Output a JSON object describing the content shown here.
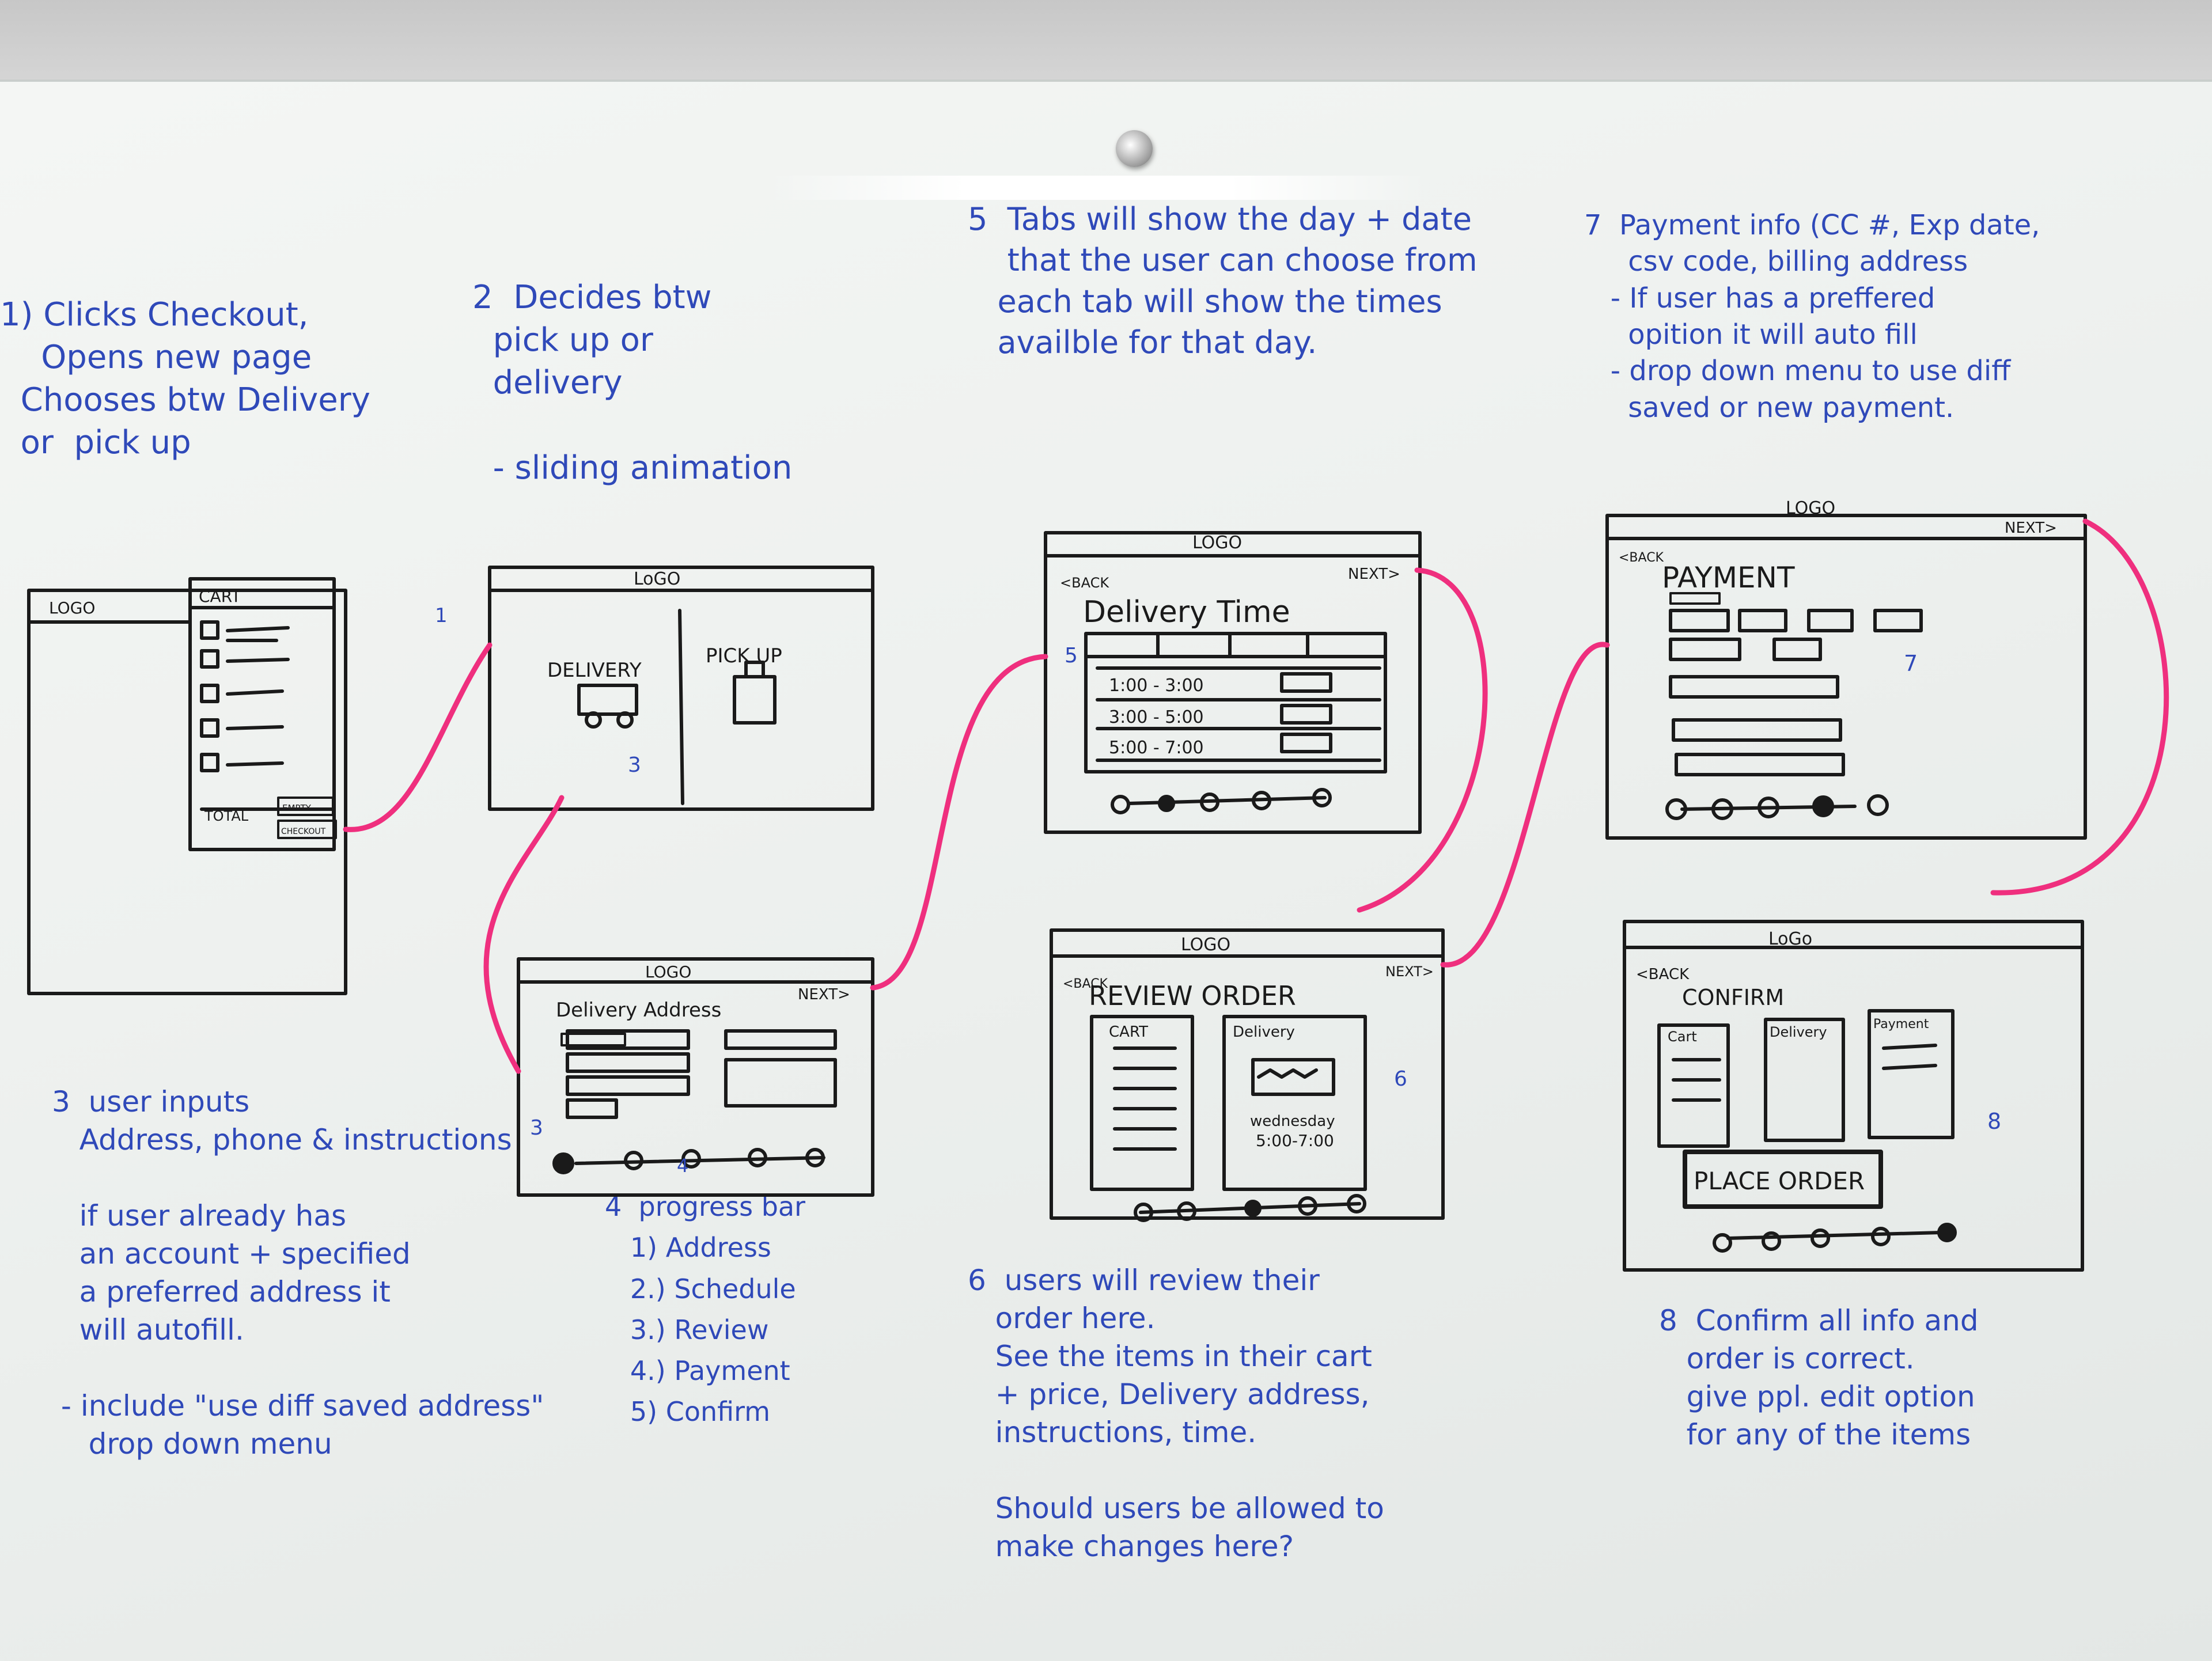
{
  "notes": {
    "n1": "1) Clicks Checkout,\n    Opens new page\n  Chooses btw Delivery\n  or  pick up",
    "n2": "2  Decides btw\n  pick up or\n  delivery\n\n  - sliding animation",
    "n3": "3  user inputs\n   Address, phone & instructions\n\n   if user already has\n   an account + specified\n   a preferred address it\n   will autofill.\n\n - include \"use diff saved address\"\n    drop down menu",
    "n4": "4  progress bar\n   1) Address\n   2.) Schedule\n   3.) Review\n   4.) Payment\n   5) Confirm",
    "n5": "5  Tabs will show the day + date\n    that the user can choose from\n   each tab will show the times\n   availble for that day.",
    "n6": "6  users will review their\n   order here.\n   See the items in their cart\n   + price, Delivery address,\n   instructions, time.\n\n   Should users be allowed to\n   make changes here?",
    "n7": "7  Payment info (CC #, Exp date,\n     csv code, billing address\n   - If user has a preffered\n     opition it will auto fill\n   - drop down menu to use diff\n     saved or new payment.",
    "n8": "8  Confirm all info and\n   order is correct.\n   give ppl. edit option\n   for any of the items"
  },
  "wireframes": {
    "cart": {
      "logo": "LOGO",
      "cart": "CART",
      "total": "TOTAL",
      "empty": "EMPTY",
      "checkout": "CHECKOUT"
    },
    "choice": {
      "logo": "LoGO",
      "delivery": "DELIVERY",
      "pickup": "PICK UP",
      "badge": "3"
    },
    "address": {
      "logo": "LOGO",
      "title": "Delivery Address",
      "next": "NEXT>",
      "badge": "3",
      "badge2": "4"
    },
    "time": {
      "logo": "LOGO",
      "back": "<BACK",
      "next": "NEXT>",
      "title": "Delivery Time",
      "badge": "5",
      "slots": [
        "1:00 - 3:00",
        "3:00 - 5:00",
        "5:00 - 7:00"
      ]
    },
    "review": {
      "logo": "LOGO",
      "back": "<BACK",
      "next": "NEXT>",
      "title": "REVIEW ORDER",
      "col_cart": "CART",
      "col_delivery": "Delivery",
      "day": "wednesday",
      "time": "5:00-7:00",
      "badge": "6"
    },
    "payment": {
      "logo": "LOGO",
      "back": "<BACK",
      "next": "NEXT>",
      "title": "PAYMENT",
      "badge": "7"
    },
    "confirm": {
      "logo": "LoGo",
      "back": "<BACK",
      "title": "CONFIRM",
      "col_cart": "Cart",
      "col_delivery": "Delivery",
      "col_payment": "Payment",
      "button": "PLACE ORDER",
      "badge": "8"
    }
  },
  "arrow_labels": {
    "a1": "1"
  },
  "colors": {
    "ink": "#1a1a1a",
    "marker_blue": "#2f49b9",
    "marker_pink": "#ef2f7e"
  }
}
